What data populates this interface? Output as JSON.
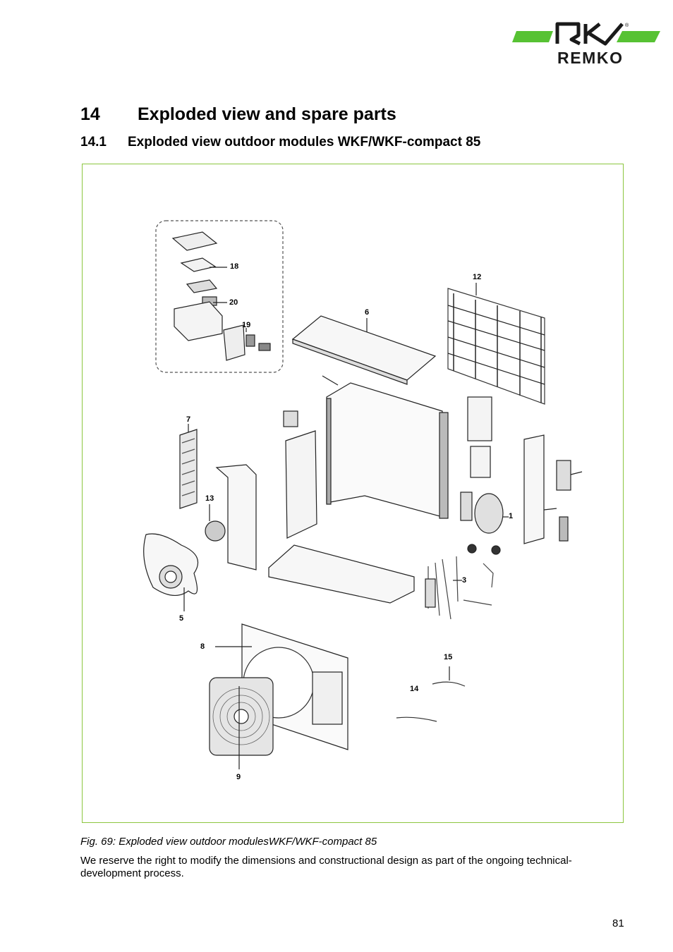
{
  "brand": {
    "name": "REMKO",
    "colors": {
      "green": "#57c233",
      "dark": "#1a1a1a"
    }
  },
  "heading": {
    "number": "14",
    "title": "Exploded view and spare parts"
  },
  "subheading": {
    "number": "14.1",
    "title": "Exploded view outdoor modules WKF/WKF-compact 85"
  },
  "figure": {
    "border_color": "#8cc63f",
    "callouts": {
      "c18": "18",
      "c20": "20",
      "c19": "19",
      "c12": "12",
      "c6": "6",
      "c7": "7",
      "c13": "13",
      "c1": "1",
      "c3": "3",
      "c5": "5",
      "c8": "8",
      "c15": "15",
      "c14": "14",
      "c9": "9"
    }
  },
  "caption": "Fig. 69: Exploded view outdoor modulesWKF/WKF-compact 85",
  "note": "We reserve the right to modify the dimensions and constructional design as part of the ongoing technical-development process.",
  "page_number": "81"
}
